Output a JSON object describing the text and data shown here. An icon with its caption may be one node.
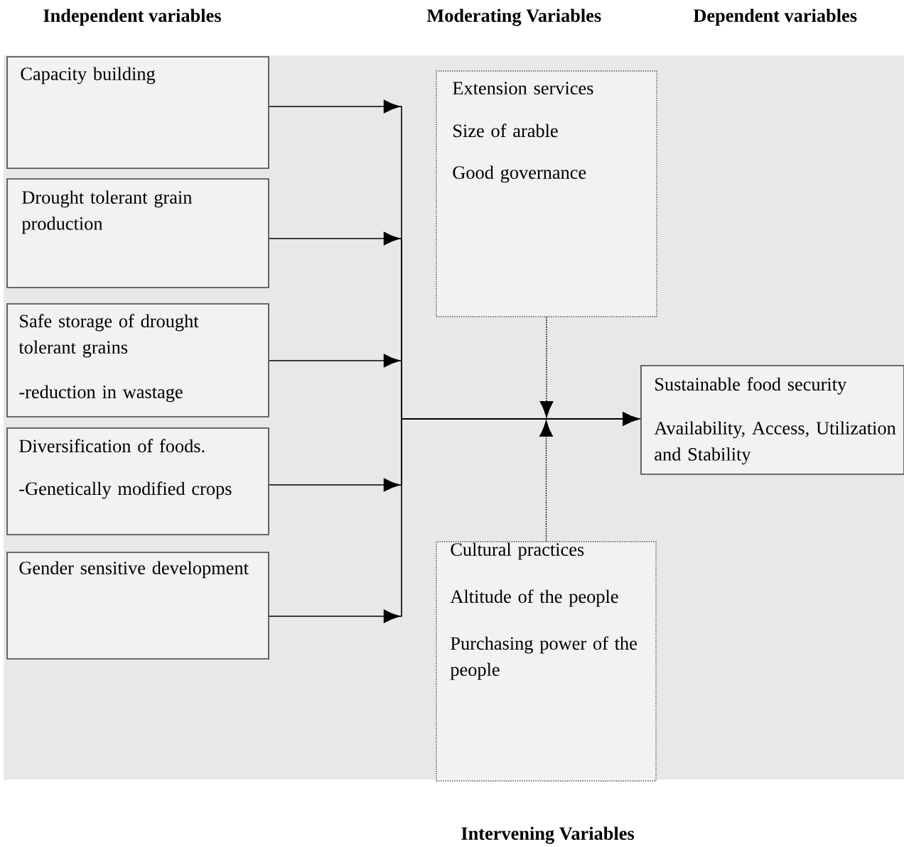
{
  "diagram": {
    "nodes": [
      {
        "text": [
          "Capacity building"
        ]
      },
      {
        "text": [
          "Drought tolerant grain production"
        ]
      },
      {
        "text": [
          "Safe storage of drought tolerant grains",
          "-reduction in wastage"
        ]
      },
      {
        "text": [
          "Diversification of foods.",
          "-Genetically modified crops"
        ]
      },
      {
        "text": [
          "Gender sensitive development"
        ]
      },
      {
        "text": [
          "Extension services",
          "Size of arable",
          "Good governance"
        ]
      },
      {
        "text": [
          "Sustainable food security",
          "Availability, Access, Utilization and Stability"
        ]
      },
      {
        "text": [
          "Cultural practices",
          "Altitude of the people",
          "Purchasing power of the people"
        ]
      }
    ],
    "edges": [
      {
        "from": 0,
        "to": 6,
        "arrow": "to"
      },
      {
        "from": 1,
        "to": 6,
        "arrow": "to"
      },
      {
        "from": 2,
        "to": 6,
        "arrow": "to"
      },
      {
        "from": 3,
        "to": 6,
        "arrow": "to"
      },
      {
        "from": 4,
        "to": 6,
        "arrow": "to"
      },
      {
        "from": 5,
        "to": null,
        "arrow": "to",
        "style": "dashed"
      },
      {
        "from": 7,
        "to": null,
        "arrow": "to",
        "style": "dashed"
      }
    ],
    "labels": [
      "Independent variables",
      "Moderating Variables",
      "Dependent variables",
      "Intervening Variables"
    ]
  }
}
